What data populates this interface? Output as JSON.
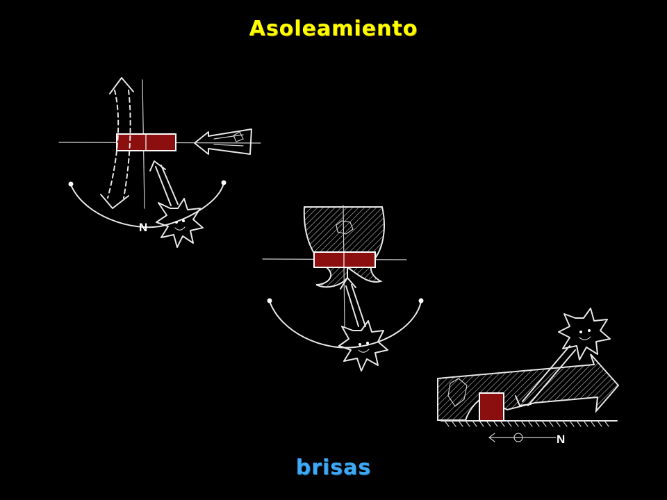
{
  "title_top": "Asoleamiento",
  "title_bottom": "brisas",
  "north_label_1": "N",
  "north_label_2": "N",
  "colors": {
    "background": "#000000",
    "title_top": "#ffff00",
    "title_bottom": "#3fa9f5",
    "building": "#8b0f0f",
    "sketch_lines": "#e8e8e8"
  }
}
